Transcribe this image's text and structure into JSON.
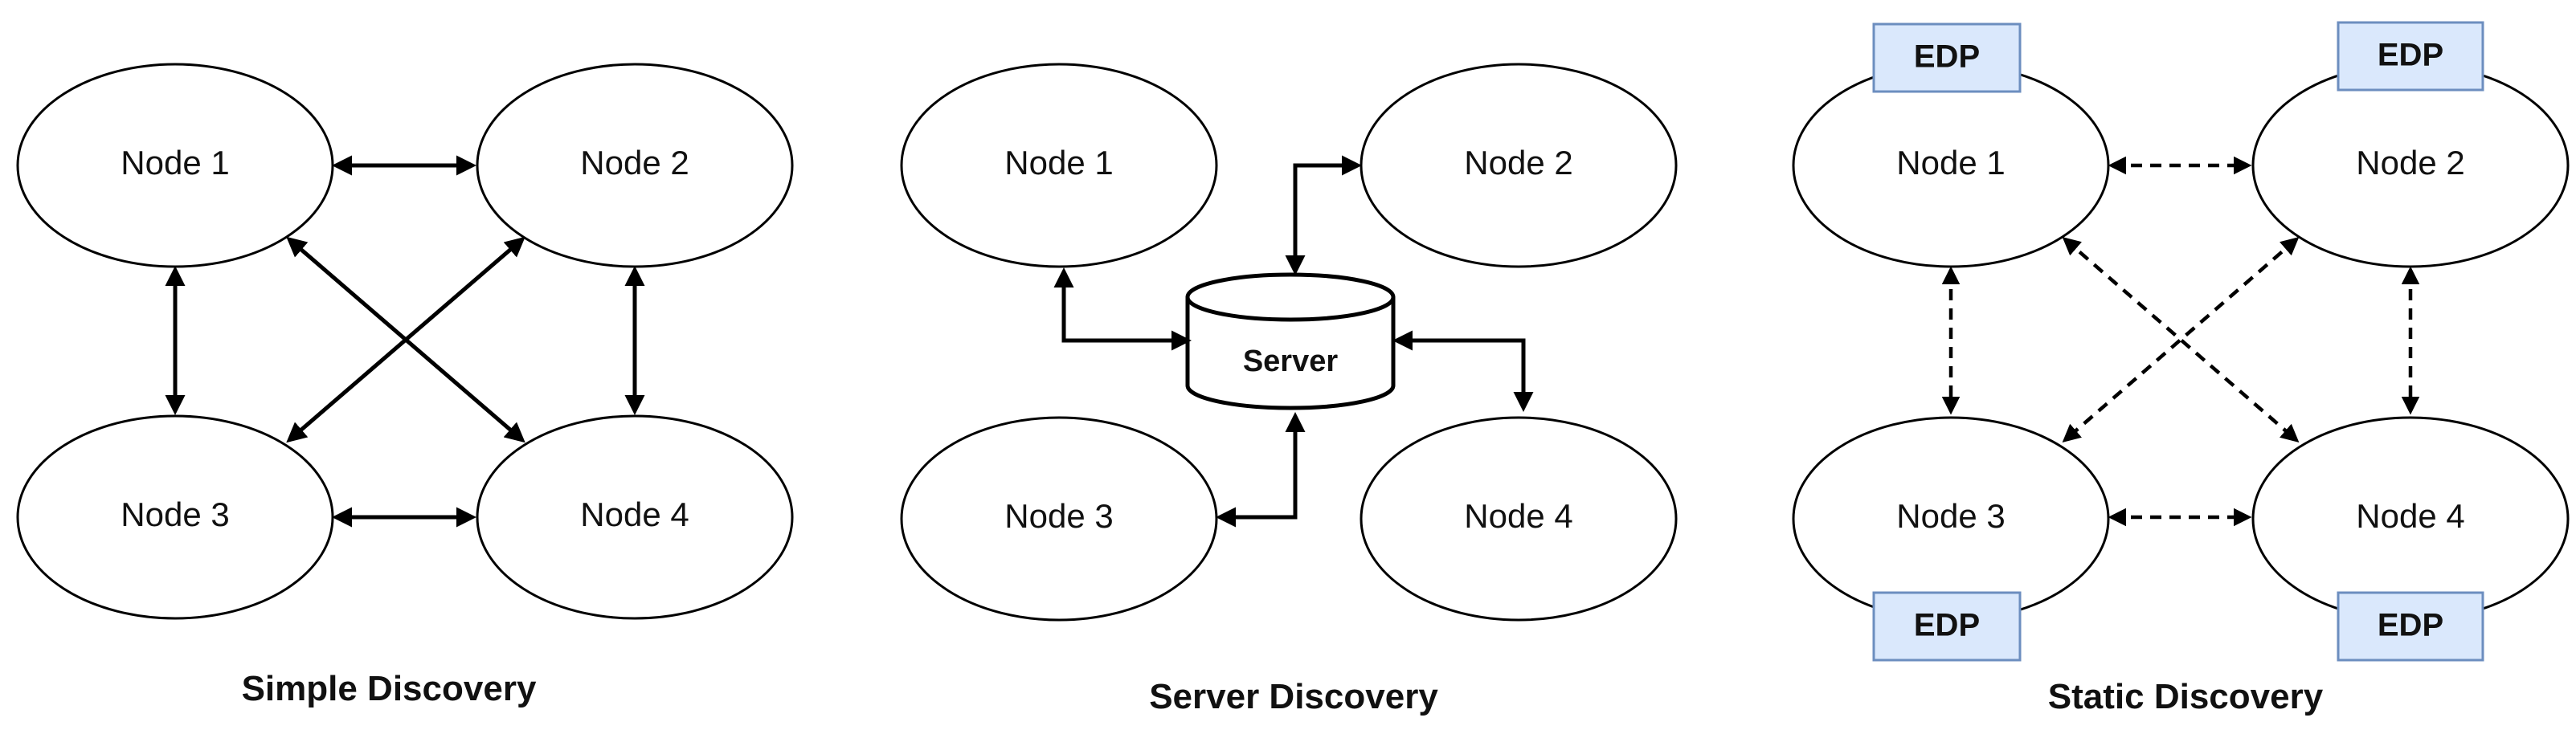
{
  "simple": {
    "caption": "Simple Discovery",
    "nodes": [
      "Node 1",
      "Node 2",
      "Node 3",
      "Node 4"
    ]
  },
  "server": {
    "caption": "Server Discovery",
    "server_label": "Server",
    "nodes": [
      "Node 1",
      "Node 2",
      "Node 3",
      "Node 4"
    ]
  },
  "static": {
    "caption": "Static Discovery",
    "nodes": [
      "Node 1",
      "Node 2",
      "Node 3",
      "Node 4"
    ],
    "edp_label": "EDP"
  },
  "colors": {
    "edp_fill": "#dae8fc",
    "edp_border": "#6c8ebf"
  }
}
